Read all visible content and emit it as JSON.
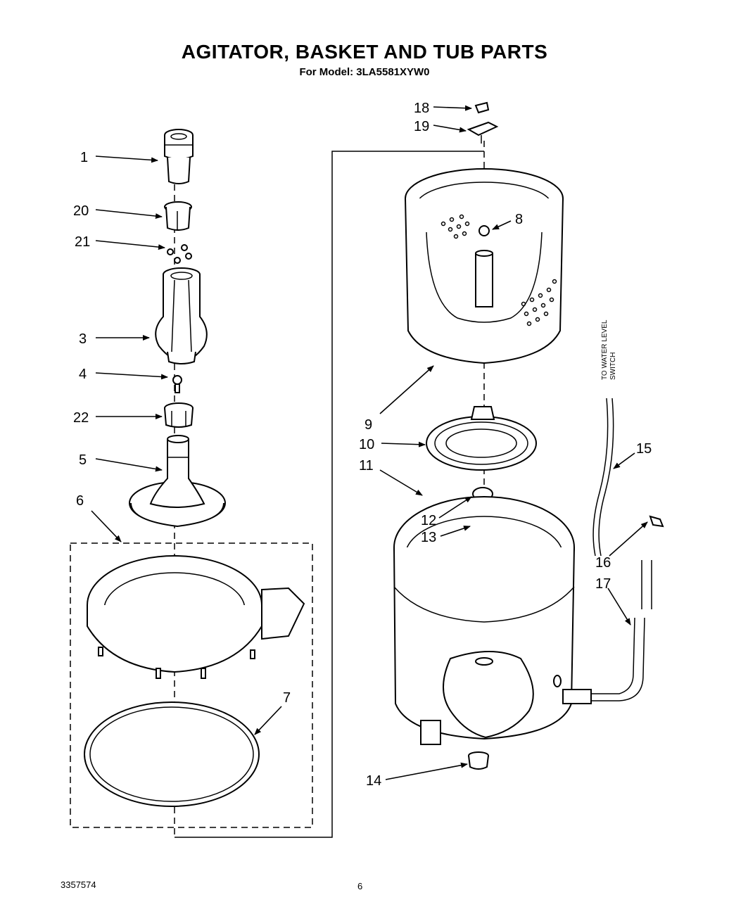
{
  "header": {
    "title": "AGITATOR, BASKET AND TUB PARTS",
    "subtitle": "For Model: 3LA5581XYW0"
  },
  "footer": {
    "doc_number": "3357574",
    "page_number": "6"
  },
  "note": {
    "line1": "TO WATER LEVEL",
    "line2": "SWITCH"
  },
  "callouts": {
    "c1": "1",
    "c20": "20",
    "c21": "21",
    "c3": "3",
    "c4": "4",
    "c22": "22",
    "c5": "5",
    "c6": "6",
    "c7": "7",
    "c18": "18",
    "c19": "19",
    "c8": "8",
    "c9": "9",
    "c10": "10",
    "c11": "11",
    "c12": "12",
    "c13": "13",
    "c14": "14",
    "c15": "15",
    "c16": "16",
    "c17": "17"
  }
}
